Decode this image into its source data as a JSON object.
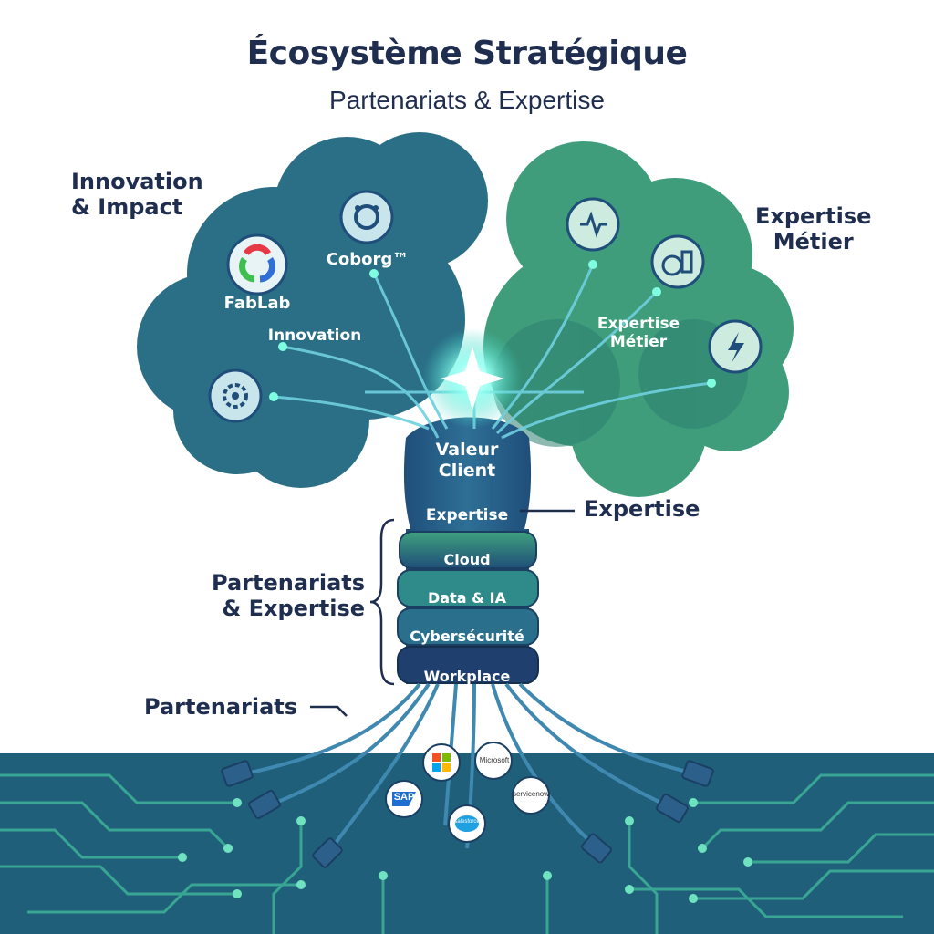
{
  "header": {
    "title": "Écosystème Stratégique",
    "subtitle": "Partenariats & Expertise"
  },
  "side_labels": {
    "innovation_impact": "Innovation\n& Impact",
    "expertise_metier": "Expertise\nMétier",
    "expertise": "Expertise",
    "partenariats_expertise": "Partenariats\n& Expertise",
    "partenariats": "Partenariats"
  },
  "canopy_labels": {
    "fablab": "FabLab",
    "coborg": "Coborg™",
    "innovation": "Innovation",
    "expertise_metier": "Expertise\nMétier",
    "valeur_client": "Valeur\nClient"
  },
  "trunk_rings": {
    "expertise": "Expertise",
    "cloud": "Cloud",
    "data_ia": "Data & IA",
    "cybersecurite": "Cybersécurité",
    "workplace": "Workplace"
  },
  "partner_logos": {
    "microsoft": "Microsoft",
    "sap": "SAP",
    "salesforce": "salesforce",
    "servicenow": "servicenow"
  },
  "icons": [
    "fablab-logo-icon",
    "coborg-icon",
    "gear-bulb-icon",
    "heart-pulse-icon",
    "coins-icon",
    "lightning-icon",
    "glow-star-icon",
    "usb-plug-icon"
  ],
  "colors": {
    "title": "#1f2d4f",
    "canopy_left": "#2a6f86",
    "canopy_right": "#3f9d7c",
    "trunk": "#2c5f8a",
    "glow": "#7fffe0",
    "circuit_bg": "#1f5f7a"
  }
}
